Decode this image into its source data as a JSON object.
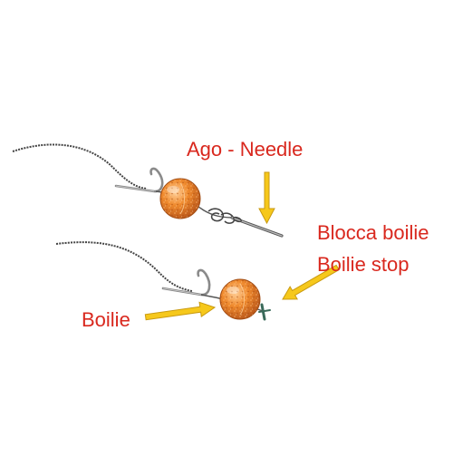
{
  "labels": {
    "needle": "Ago - Needle",
    "boilie_stop_it": "Blocca boilie",
    "boilie_stop_en": "Boilie stop",
    "boilie": "Boilie"
  },
  "colors": {
    "label_text": "#d9281e",
    "arrow_fill": "#f6c81b",
    "arrow_stroke": "#c99a10",
    "line": "#555555",
    "hook": "#8a8a8a",
    "boilie_fill": "#ef8a2d",
    "boilie_dark": "#c4601a",
    "stop_color": "#3a6a5a"
  },
  "icons": [
    "hook-icon",
    "boilie-bait-icon",
    "needle-icon",
    "boilie-stop-icon",
    "arrow-icon"
  ]
}
